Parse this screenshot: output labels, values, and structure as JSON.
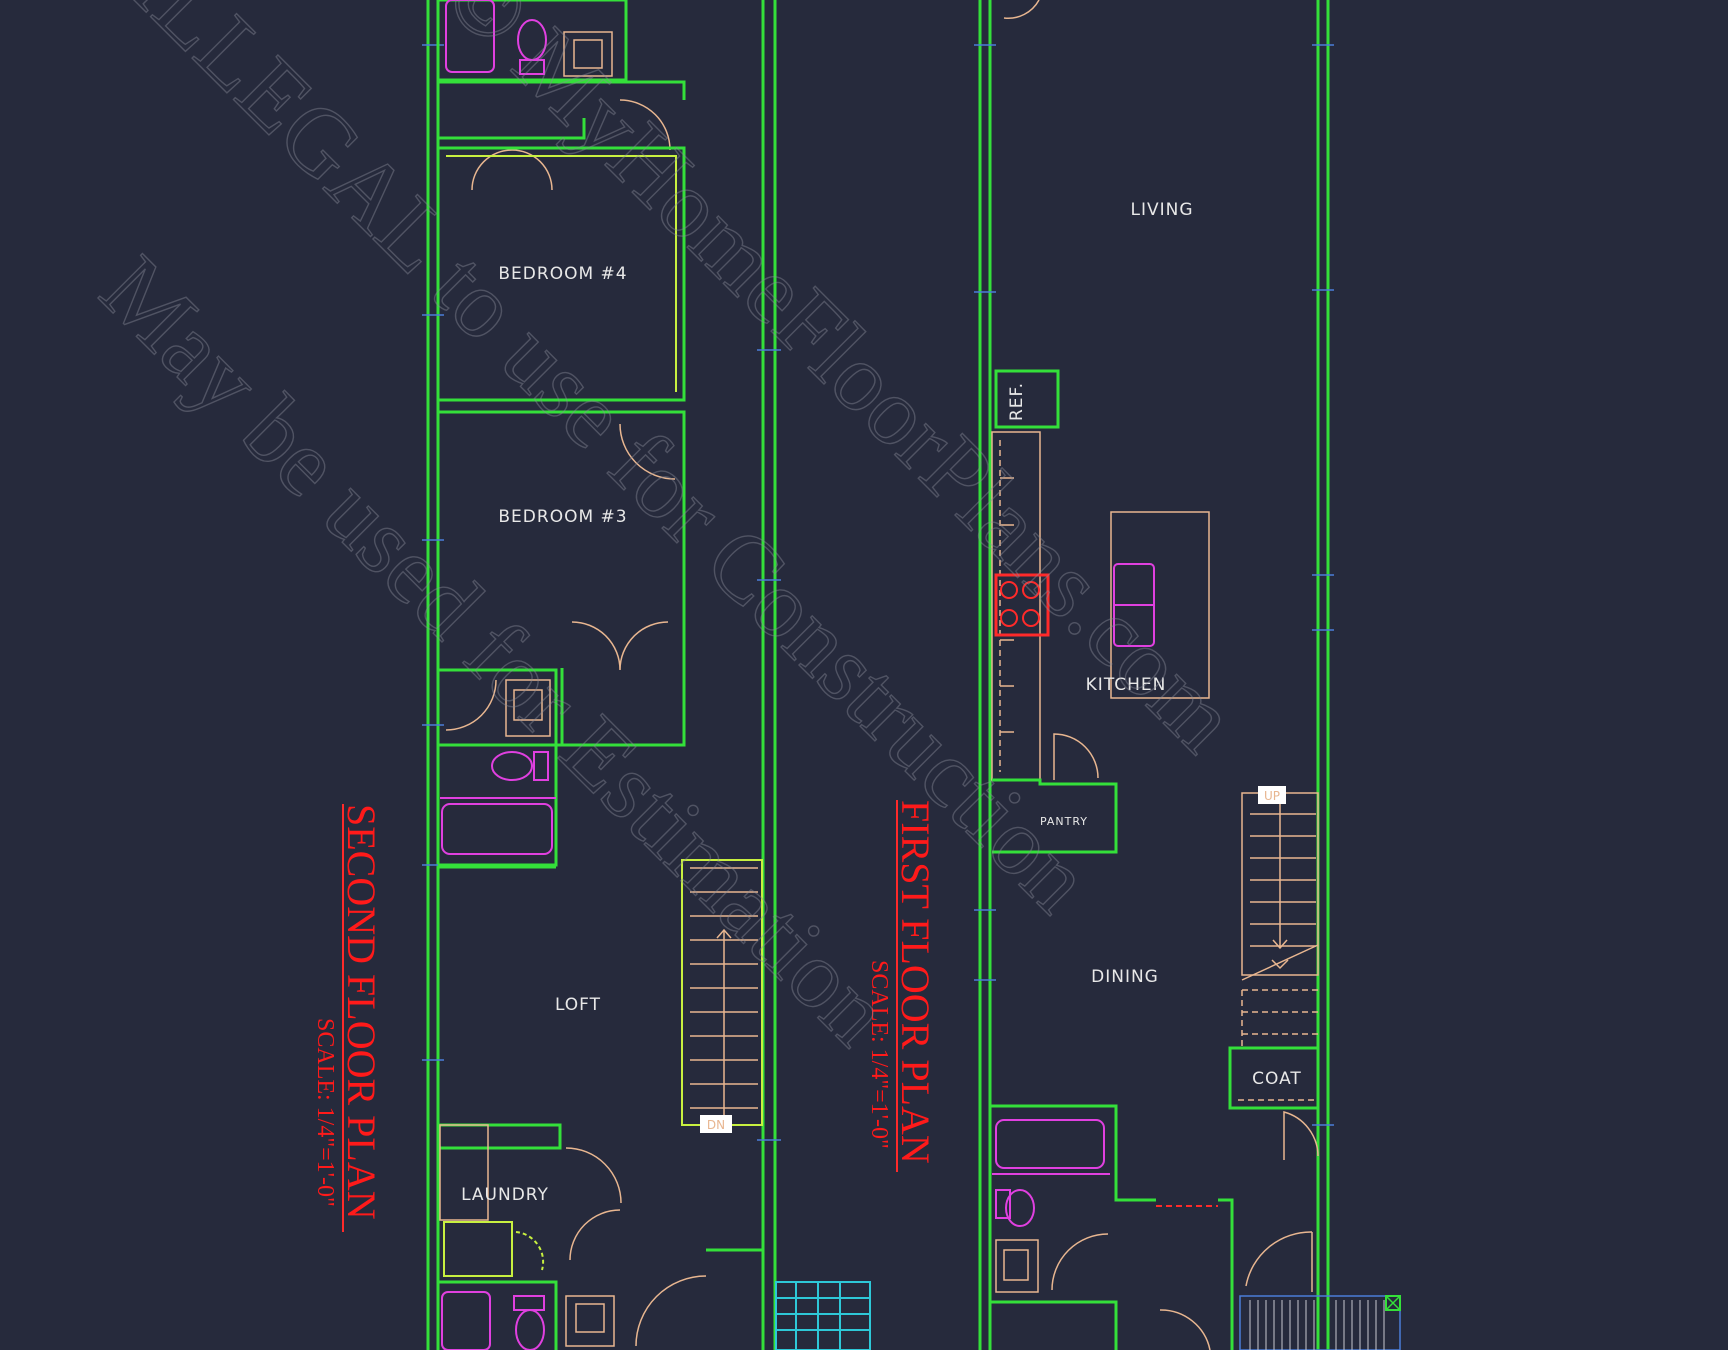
{
  "second_floor": {
    "title": "SECOND FLOOR PLAN",
    "scale": "SCALE: 1/4\"=1'-0\"",
    "rooms": {
      "bedroom4": "BEDROOM  #4",
      "bedroom3": "BEDROOM  #3",
      "loft": "LOFT",
      "laundry": "LAUNDRY"
    },
    "stair_tag": "DN"
  },
  "first_floor": {
    "title": "FIRST FLOOR PLAN",
    "scale": "SCALE: 1/4\"=1'-0\"",
    "rooms": {
      "living": "LIVING",
      "ref": "REF.",
      "kitchen": "KITCHEN",
      "pantry": "PANTRY",
      "dining": "DINING",
      "coat": "COAT"
    },
    "stair_tag": "UP"
  },
  "watermark": {
    "line1": "ILLEGAL to use for Construction",
    "line2": "May be used for Estimation",
    "line3": "© MyHomeFloorPlans.com"
  },
  "colors": {
    "background": "#262a3c",
    "wall": "#34e03a",
    "annotation": "#ff1a1a",
    "fixture": "#e040e0",
    "door": "#e8b690"
  }
}
